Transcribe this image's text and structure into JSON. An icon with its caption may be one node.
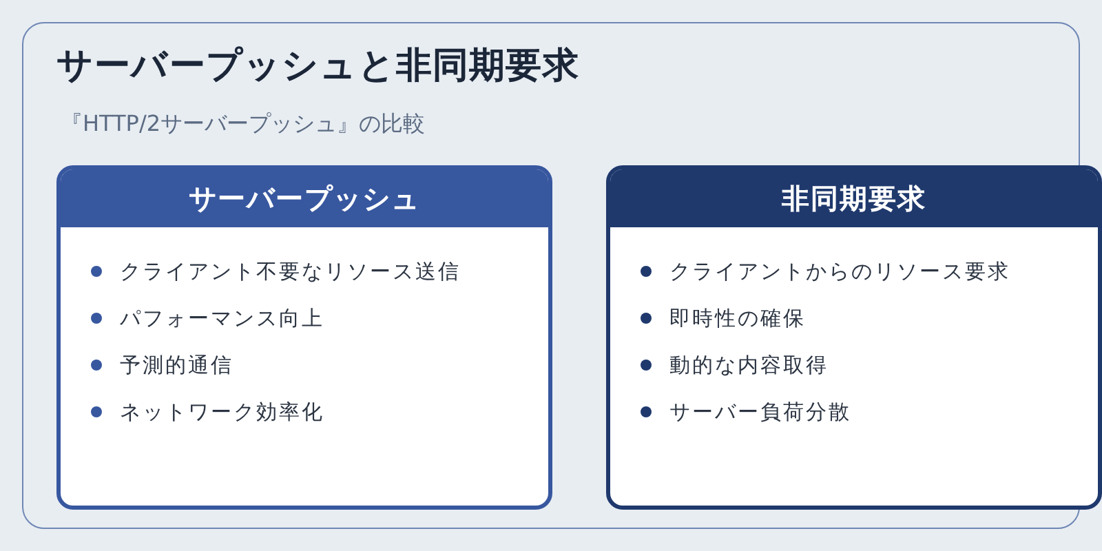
{
  "diagram": {
    "title": "サーバープッシュと非同期要求",
    "nodes": [
      {
        "text": [
          "サーバープッシュ",
          "クライアント不要なリソース送信",
          "パフォーマンス向上",
          "予測的通信",
          "ネットワーク効率化"
        ]
      },
      {
        "text": [
          "非同期要求",
          "クライアントからのリソース要求",
          "即時性の確保",
          "動的な内容取得",
          "サーバー負荷分散"
        ]
      }
    ],
    "labels": [
      "『HTTP/2サーバープッシュ』の比較"
    ]
  }
}
